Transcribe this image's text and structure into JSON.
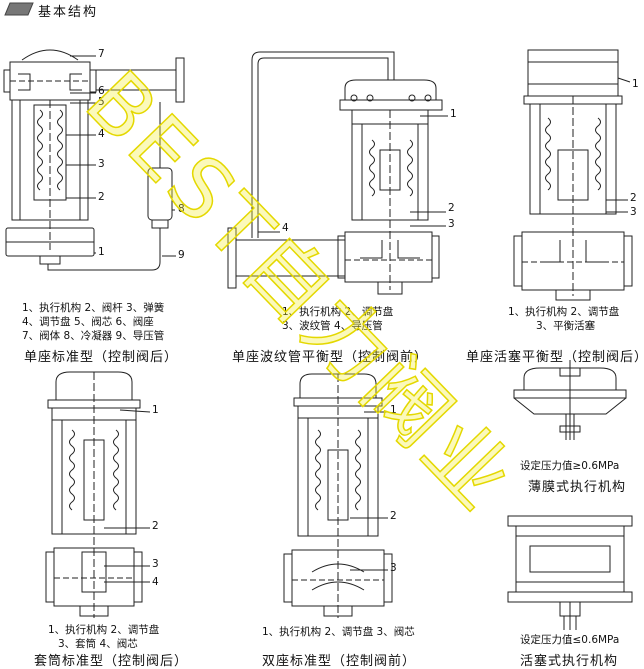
{
  "header": {
    "title": "基本结构",
    "icon": "parallelogram-icon"
  },
  "diagrams": [
    {
      "callouts": [
        "7",
        "6",
        "5",
        "4",
        "3",
        "2",
        "8",
        "1",
        "9"
      ],
      "legend": [
        "1、执行机构 2、阀杆 3、弹簧",
        "4、调节盘 5、阀芯 6、阀座",
        "7、阀体 8、冷凝器 9、导压管"
      ],
      "caption": "单座标准型（控制阀后）"
    },
    {
      "callouts": [
        "1",
        "2",
        "3",
        "4"
      ],
      "legend": [
        "1、执行机构 2、调节盘",
        "3、波纹管 4、导压管"
      ],
      "caption": "单座波纹管平衡型（控制阀前）"
    },
    {
      "callouts": [
        "1",
        "2",
        "3"
      ],
      "legend": [
        "1、执行机构 2、调节盘",
        "3、平衡活塞"
      ],
      "caption": "单座活塞平衡型（控制阀后）"
    },
    {
      "callouts": [
        "1",
        "2",
        "3",
        "4"
      ],
      "legend": [
        "1、执行机构 2、调节盘",
        "3、套筒 4、阀芯"
      ],
      "caption": "套筒标准型（控制阀后）"
    },
    {
      "callouts": [
        "1",
        "2",
        "3"
      ],
      "legend": [
        "1、执行机构 2、调节盘 3、阀芯"
      ],
      "caption": "双座标准型（控制阀前）"
    },
    {
      "legend": [
        "设定压力值≥0.6MPa"
      ],
      "caption": "薄膜式执行机构"
    },
    {
      "legend": [
        "设定压力值≤0.6MPa"
      ],
      "caption": "活塞式执行机构"
    }
  ],
  "watermark": {
    "text": "BEST自力阀业",
    "color": "#f4ef3a"
  }
}
